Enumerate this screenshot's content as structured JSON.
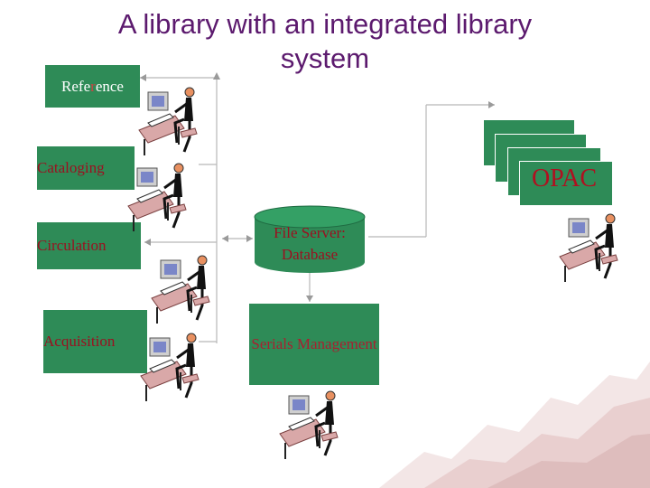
{
  "title": "A library with an integrated library system",
  "departments": {
    "reference": {
      "prefix": "Refe",
      "accent": "r",
      "suffix": "ence"
    },
    "cataloging": "Cataloging",
    "circulation": "Circulation",
    "acquisition": "Acquisition"
  },
  "server": "File Server: Database",
  "serials": "Serials Management",
  "opac": "OPAC",
  "colors": {
    "box_fill": "#2e8b57",
    "label_text": "#9b1020",
    "title_text": "#5c1a6e",
    "connector": "#b8b8b8"
  },
  "icons": [
    "workstation-user-icon",
    "mountain-watermark-icon"
  ]
}
